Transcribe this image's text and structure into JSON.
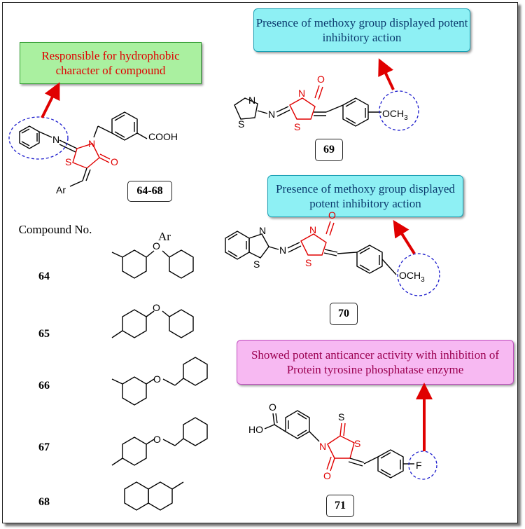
{
  "callouts": {
    "hydrophobic": "Responsible for hydrophobic character of compound",
    "methoxy_69": "Presence of methoxy group displayed potent inhibitory action",
    "methoxy_70": "Presence of methoxy group displayed potent inhibitory action",
    "anticancer_71": "Showed potent anticancer activity with inhibition of Protein tyrosine phosphatase enzyme"
  },
  "compound_labels": {
    "c69": "69",
    "c70": "70",
    "c71": "71",
    "series": "64-68"
  },
  "table": {
    "col_compound": "Compound No.",
    "col_ar": "Ar",
    "rows": [
      "64",
      "65",
      "66",
      "67",
      "68"
    ]
  },
  "atoms": {
    "N": "N",
    "S": "S",
    "O": "O",
    "F": "F",
    "cooh": "COOH",
    "ho": "HO",
    "och3": "OCH",
    "sub3": "3",
    "ar": "Ar"
  },
  "colors": {
    "core_red": "#e00000",
    "circle_blue": "#1a1acc",
    "arrow_red": "#e00000"
  }
}
